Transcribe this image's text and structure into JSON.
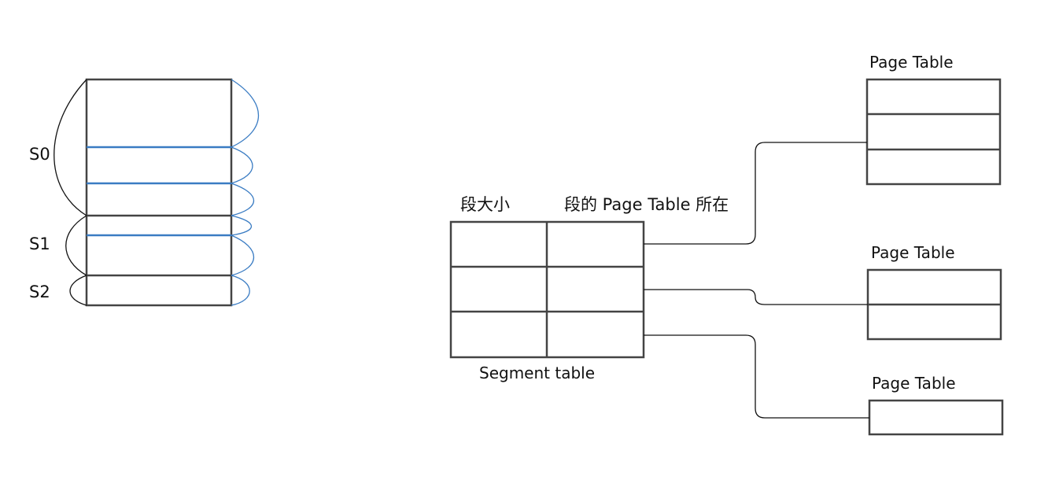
{
  "memory": {
    "segments": [
      {
        "label": "S0"
      },
      {
        "label": "S1"
      },
      {
        "label": "S2"
      }
    ]
  },
  "segment_table": {
    "caption": "Segment table",
    "col_headers": [
      "段大小",
      "段的 Page Table 所在"
    ],
    "rows": 3
  },
  "page_tables": [
    {
      "label": "Page Table",
      "rows": 3
    },
    {
      "label": "Page Table",
      "rows": 2
    },
    {
      "label": "Page Table",
      "rows": 1
    }
  ],
  "colors": {
    "box_stroke": "#444444",
    "page_boundary": "#3a7cc3",
    "text": "#111111"
  }
}
